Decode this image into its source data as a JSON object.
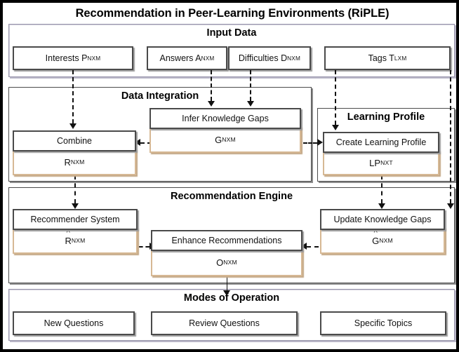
{
  "title": "Recommendation in Peer-Learning Environments (RiPLE)",
  "sections": {
    "input": {
      "title": "Input Data",
      "boxes": [
        {
          "label": "Interests P",
          "sub": "NXM"
        },
        {
          "label": "Answers A",
          "sub": "NXM"
        },
        {
          "label": "Difficulties D",
          "sub": "NXM"
        },
        {
          "label": "Tags T",
          "sub": "LXM"
        }
      ]
    },
    "data_integration": {
      "title": "Data Integration",
      "processes": [
        {
          "name": "Combine",
          "output": "R",
          "sub": "NXM",
          "hat": false
        },
        {
          "name": "Infer Knowledge Gaps",
          "output": "G",
          "sub": "NXM",
          "hat": false
        }
      ]
    },
    "learning_profile": {
      "title": "Learning Profile",
      "processes": [
        {
          "name": "Create Learning Profile",
          "output": "LP",
          "sub": "NXT",
          "hat": false
        }
      ]
    },
    "recommendation_engine": {
      "title": "Recommendation Engine",
      "processes": [
        {
          "name": "Recommender System",
          "output": "R",
          "sub": "NXM",
          "hat": true
        },
        {
          "name": "Enhance Recommendations",
          "output": "O",
          "sub": "NXM",
          "hat": false
        },
        {
          "name": "Update Knowledge Gaps",
          "output": "G",
          "sub": "NXM",
          "hat": true
        }
      ]
    },
    "modes": {
      "title": "Modes  of Operation",
      "boxes": [
        {
          "label": "New Questions"
        },
        {
          "label": "Review Questions"
        },
        {
          "label": "Specific Topics"
        }
      ]
    }
  },
  "colors": {
    "frame": "#000000",
    "panel_border": "#9a97ad",
    "box_border": "#4a4a4a",
    "output_border": "#d6b894",
    "connector": "#111111"
  }
}
